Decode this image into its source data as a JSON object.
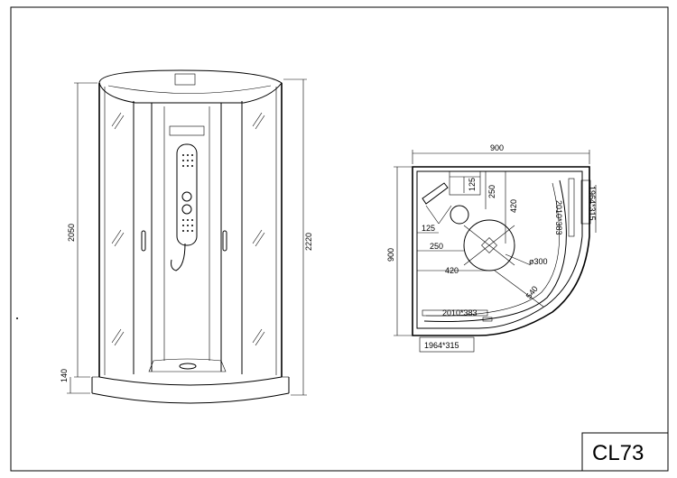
{
  "model_code": "CL73",
  "front_view": {
    "dim_total_height": "2220",
    "dim_cabin_height": "2050",
    "dim_tray_height": "140"
  },
  "plan_view": {
    "dim_width_top": "900",
    "dim_depth_left": "900",
    "dim_125_top": "125",
    "dim_250_top": "250",
    "dim_420_top": "420",
    "dim_125_left": "125",
    "dim_250_left": "250",
    "dim_420_left": "420",
    "dim_radius": "ø300",
    "dim_540": "540",
    "glass_curved_right": "2010*383",
    "glass_curved_bottom": "2010*383",
    "glass_side_right": "1964*315",
    "glass_side_bottom": "1964*315"
  }
}
